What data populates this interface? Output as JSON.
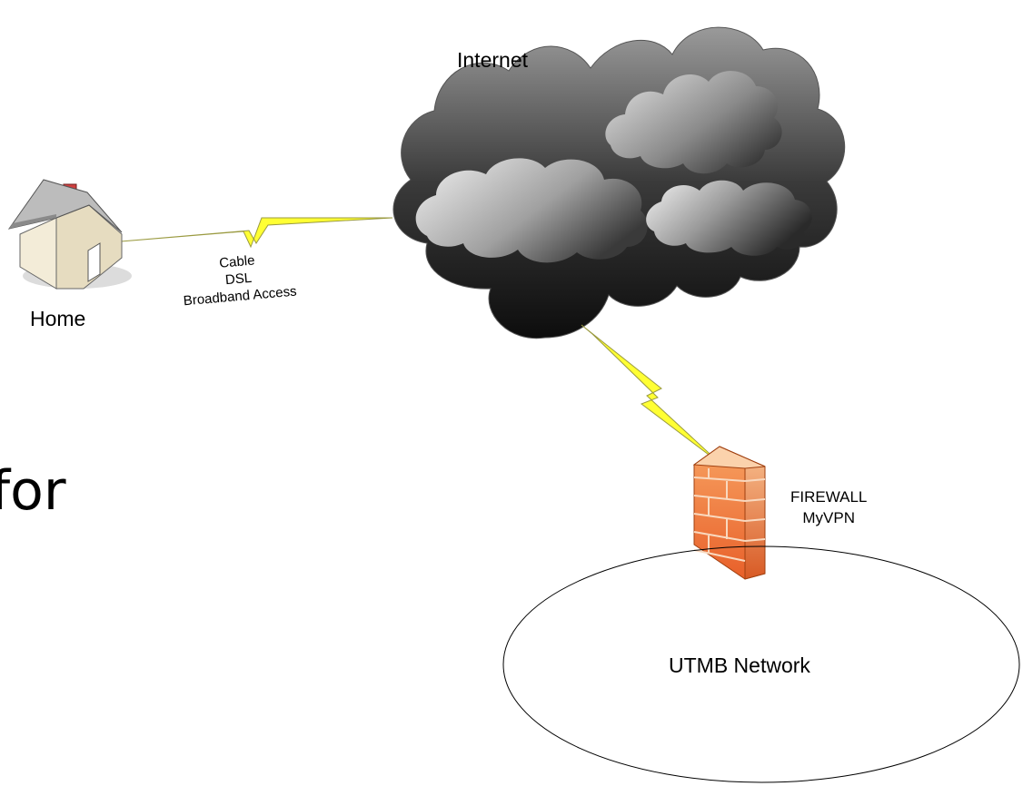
{
  "labels": {
    "internet": "Internet",
    "home": "Home",
    "connection": [
      "Cable",
      "DSL",
      "Broadband Access"
    ],
    "firewall": [
      "FIREWALL",
      "MyVPN"
    ],
    "network": "UTMB Network",
    "fragment": "for"
  },
  "colors": {
    "cloud_dark": "#1a1a1a",
    "cloud_light": "#e8e8e8",
    "lightning": "#ffff33",
    "firewall": "#f07030",
    "house_wall": "#f3ecd8",
    "house_roof": "#8a8a8a",
    "chimney": "#d04040"
  }
}
